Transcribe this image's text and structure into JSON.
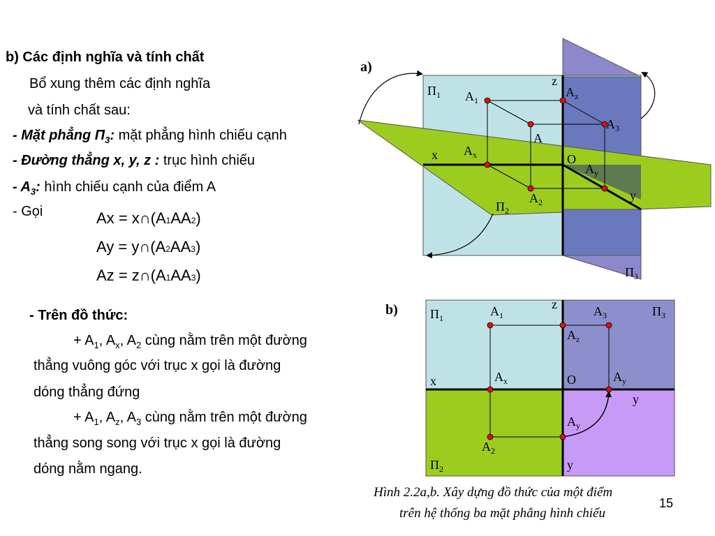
{
  "text": {
    "heading": "b) Các định nghĩa và tính chất",
    "line1": "Bổ xung thêm các định nghĩa",
    "line2": "và tính chất sau:",
    "item1": {
      "label": "- Mặt phẳng Π",
      "sub": "3",
      "colon": ":",
      "rest": " mặt phẳng hình chiếu cạnh"
    },
    "item2": {
      "label": "-  Đường thẳng x, y, z :",
      "rest": " trục hình chiếu"
    },
    "item3": {
      "label": "- A",
      "sub": "3",
      "colon": ":",
      "rest": " hình chiếu cạnh của điểm A"
    },
    "goi": "- Gọi",
    "formulas": [
      {
        "lhs": "Ax",
        "op": "=",
        "axis": "x",
        "cap": "∩",
        "open": "(",
        "a": "A",
        "as": "1",
        "mid": "A",
        "b": "A",
        "bs": "2",
        "close": ")"
      },
      {
        "lhs": "Ay",
        "op": "=",
        "axis": "y",
        "cap": "∩",
        "open": "(",
        "a": "A",
        "as": "2",
        "mid": "A",
        "b": "A",
        "bs": "3",
        "close": ")"
      },
      {
        "lhs": "Az",
        "op": "=",
        "axis": "z",
        "cap": "∩",
        "open": "(",
        "a": "A",
        "as": "1",
        "mid": "A",
        "b": "A",
        "bs": "3",
        "close": ")"
      }
    ],
    "tren_do_thuc": "- Trên đồ thức:",
    "p1": {
      "pre": "+ A",
      "s1": "1",
      "c1": ", A",
      "s2": "x",
      "c2": ", A",
      "s3": "2",
      "rest": " cùng nằm trên một đường"
    },
    "p1b": "thẳng vuông góc với trục x gọi là đường",
    "p1c": "dóng thẳng đứng",
    "p2": {
      "pre": "+ A",
      "s1": "1",
      "c1": ", A",
      "s2": "z",
      "c2": ", A",
      "s3": "3",
      "rest": " cùng nằm trên một đường"
    },
    "p2b": "thẳng song song với trục x gọi là đường",
    "p2c": "dóng nằm ngang.",
    "caption1": "Hình 2.2a,b. Xây dựng đồ thức của một điểm",
    "caption2": "trên hệ thống ba mặt phẳng hình chiếu",
    "page_number": "15"
  },
  "figure_a": {
    "label": "a)",
    "labels": {
      "pi1": {
        "main": "Π",
        "sub": "1"
      },
      "pi2": {
        "main": "Π",
        "sub": "2"
      },
      "pi3": {
        "main": "Π",
        "sub": "3"
      },
      "z": "z",
      "x": "x",
      "y": "y",
      "O": "O",
      "A": "A",
      "A1": {
        "main": "A",
        "sub": "1"
      },
      "Az": {
        "main": "A",
        "sub": "z"
      },
      "A3": {
        "main": "A",
        "sub": "3"
      },
      "Ax": {
        "main": "A",
        "sub": "x"
      },
      "Ay": {
        "main": "A",
        "sub": "y"
      },
      "A2": {
        "main": "A",
        "sub": "2"
      }
    }
  },
  "figure_b": {
    "label": "b)",
    "labels": {
      "pi1": {
        "main": "Π",
        "sub": "1"
      },
      "pi2": {
        "main": "Π",
        "sub": "2"
      },
      "pi3": {
        "main": "Π",
        "sub": "3"
      },
      "z": "z",
      "x": "x",
      "O": "O",
      "y_right": "y",
      "y_bottom": "y",
      "A1": {
        "main": "A",
        "sub": "1"
      },
      "A3": {
        "main": "A",
        "sub": "3"
      },
      "Az": {
        "main": "A",
        "sub": "z"
      },
      "Ax": {
        "main": "A",
        "sub": "x"
      },
      "Ay_top": {
        "main": "A",
        "sub": "y"
      },
      "Ay_bottom": {
        "main": "A",
        "sub": "y"
      },
      "A2": {
        "main": "A",
        "sub": "2"
      }
    }
  },
  "colors": {
    "pi1_plane": "#bfe2e6",
    "pi2_plane": "#9ccc1e",
    "pi3_plane": "#8d88cc",
    "pi3_dark": "#6a78be",
    "pi3_overlap": "#5e7a50",
    "pi3_b": "#8d8fcc",
    "pi3_lower_b": "#c89af8",
    "point": "#e01010"
  }
}
